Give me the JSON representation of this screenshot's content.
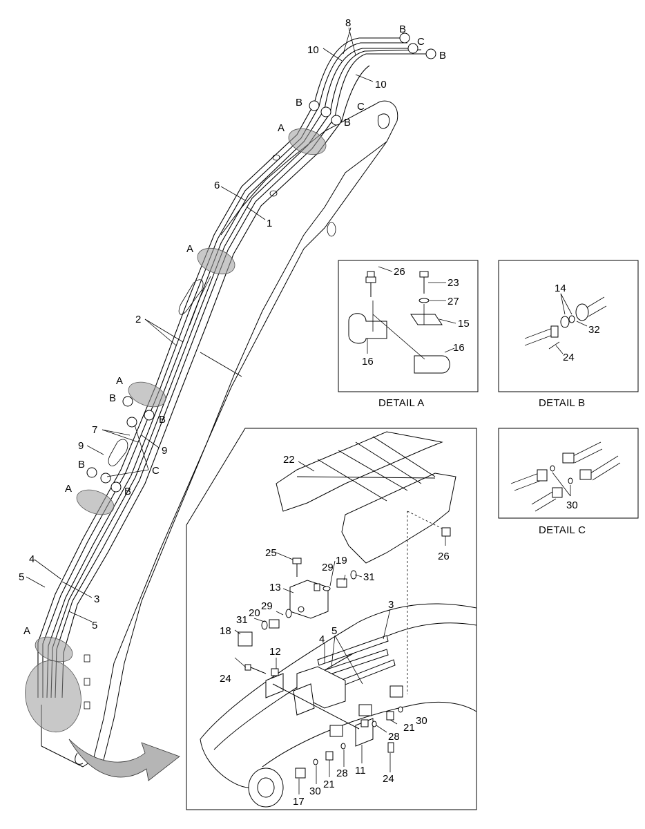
{
  "callouts": {
    "n1": "1",
    "n2": "2",
    "n3": "3",
    "n4": "4",
    "n5": "5",
    "n6": "6",
    "n7": "7",
    "n8": "8",
    "n9": "9",
    "n10": "10",
    "n11": "11",
    "n12": "12",
    "n13": "13",
    "n14": "14",
    "n15": "15",
    "n16": "16",
    "n17": "17",
    "n18": "18",
    "n19": "19",
    "n20": "20",
    "n21": "21",
    "n22": "22",
    "n23": "23",
    "n24": "24",
    "n25": "25",
    "n26": "26",
    "n27": "27",
    "n28": "28",
    "n29": "29",
    "n30": "30",
    "n31": "31",
    "n32": "32",
    "A": "A",
    "B": "B",
    "C": "C"
  },
  "captions": {
    "detail_a": "DETAIL A",
    "detail_b": "DETAIL B",
    "detail_c": "DETAIL C"
  }
}
